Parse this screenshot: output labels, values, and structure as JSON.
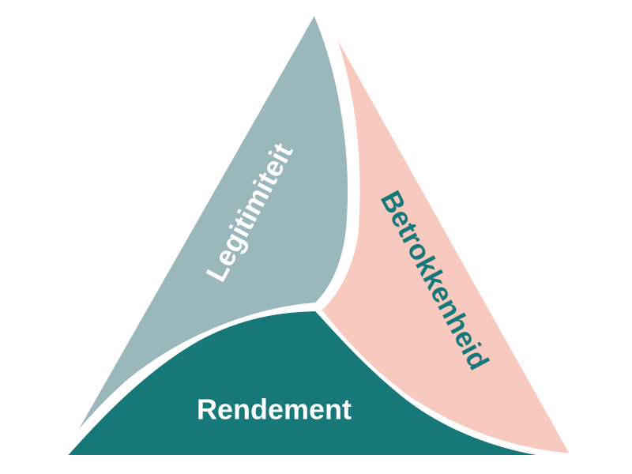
{
  "diagram": {
    "segments": {
      "legitimacy": {
        "label": "Legitimiteit",
        "color": "#9ab8bc",
        "text_color": "#ffffff"
      },
      "engagement": {
        "label": "Betrokkenheid",
        "color": "#f7c9bf",
        "text_color": "#17787a"
      },
      "return": {
        "label": "Rendement",
        "color": "#17787a",
        "text_color": "#ffffff"
      }
    },
    "divider_color": "#ffffff"
  }
}
